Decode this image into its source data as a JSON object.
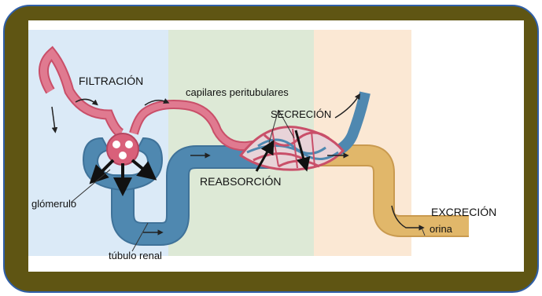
{
  "labels": {
    "filtracion": "FILTRACIÓN",
    "capilares": "capilares peritubulares",
    "secrecion": "SECRECIÓN",
    "reabsorcion": "REABSORCIÓN",
    "glomerulo": "glómerulo",
    "tubulo": "túbulo renal",
    "excrecion": "EXCRECIÓN",
    "orina": "orina"
  },
  "colors": {
    "frame": "#5f5513",
    "frame_border": "#2f5fa8",
    "zone_blue": "#dbeaf7",
    "zone_green": "#dde9d6",
    "zone_orange": "#fbe8d4",
    "vessel_red": "#d9607a",
    "tubule_blue": "#4f88b0",
    "tubule_yellow": "#e1b76a"
  }
}
